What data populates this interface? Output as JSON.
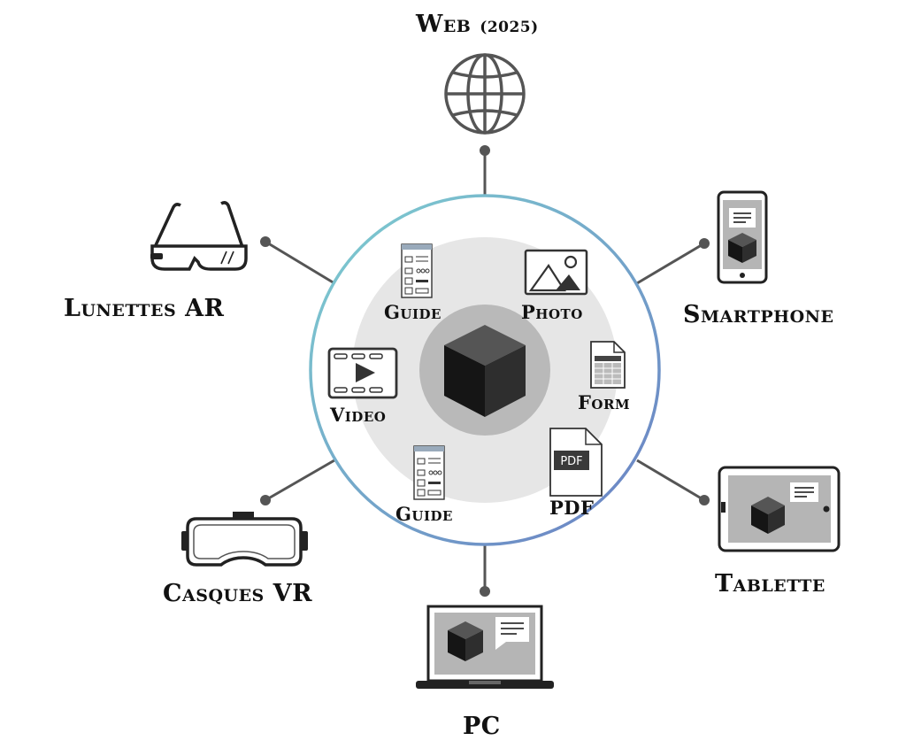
{
  "colors": {
    "ring_start": "#7ecfd0",
    "ring_end": "#6a7fc4",
    "connector": "#555555",
    "icon_dark": "#2b2b2b",
    "screen_gray": "#b5b5b5",
    "inner_disc": "#e6e6e6",
    "core_disc": "#b9b9b9"
  },
  "devices": {
    "web": {
      "title": "Web",
      "suffix": "(2025)",
      "icon": "globe-icon"
    },
    "smartphone": {
      "label": "Smartphone",
      "icon": "smartphone-icon"
    },
    "tablet": {
      "label": "Tablette",
      "icon": "tablet-icon"
    },
    "pc": {
      "label": "PC",
      "icon": "laptop-icon"
    },
    "vr": {
      "label": "Casques VR",
      "icon": "vr-headset-icon"
    },
    "ar": {
      "label": "Lunettes AR",
      "icon": "ar-glasses-icon"
    }
  },
  "content_types": {
    "guide_top": {
      "label": "Guide",
      "icon": "guide-document-icon"
    },
    "photo": {
      "label": "Photo",
      "icon": "image-icon"
    },
    "form": {
      "label": "Form",
      "icon": "spreadsheet-form-icon"
    },
    "pdf": {
      "label": "PDF",
      "icon": "pdf-file-icon",
      "badge": "PDF"
    },
    "guide_bottom": {
      "label": "Guide",
      "icon": "guide-document-icon"
    },
    "video": {
      "label": "Video",
      "icon": "video-player-icon"
    }
  },
  "center": {
    "icon": "3d-cube-icon"
  }
}
